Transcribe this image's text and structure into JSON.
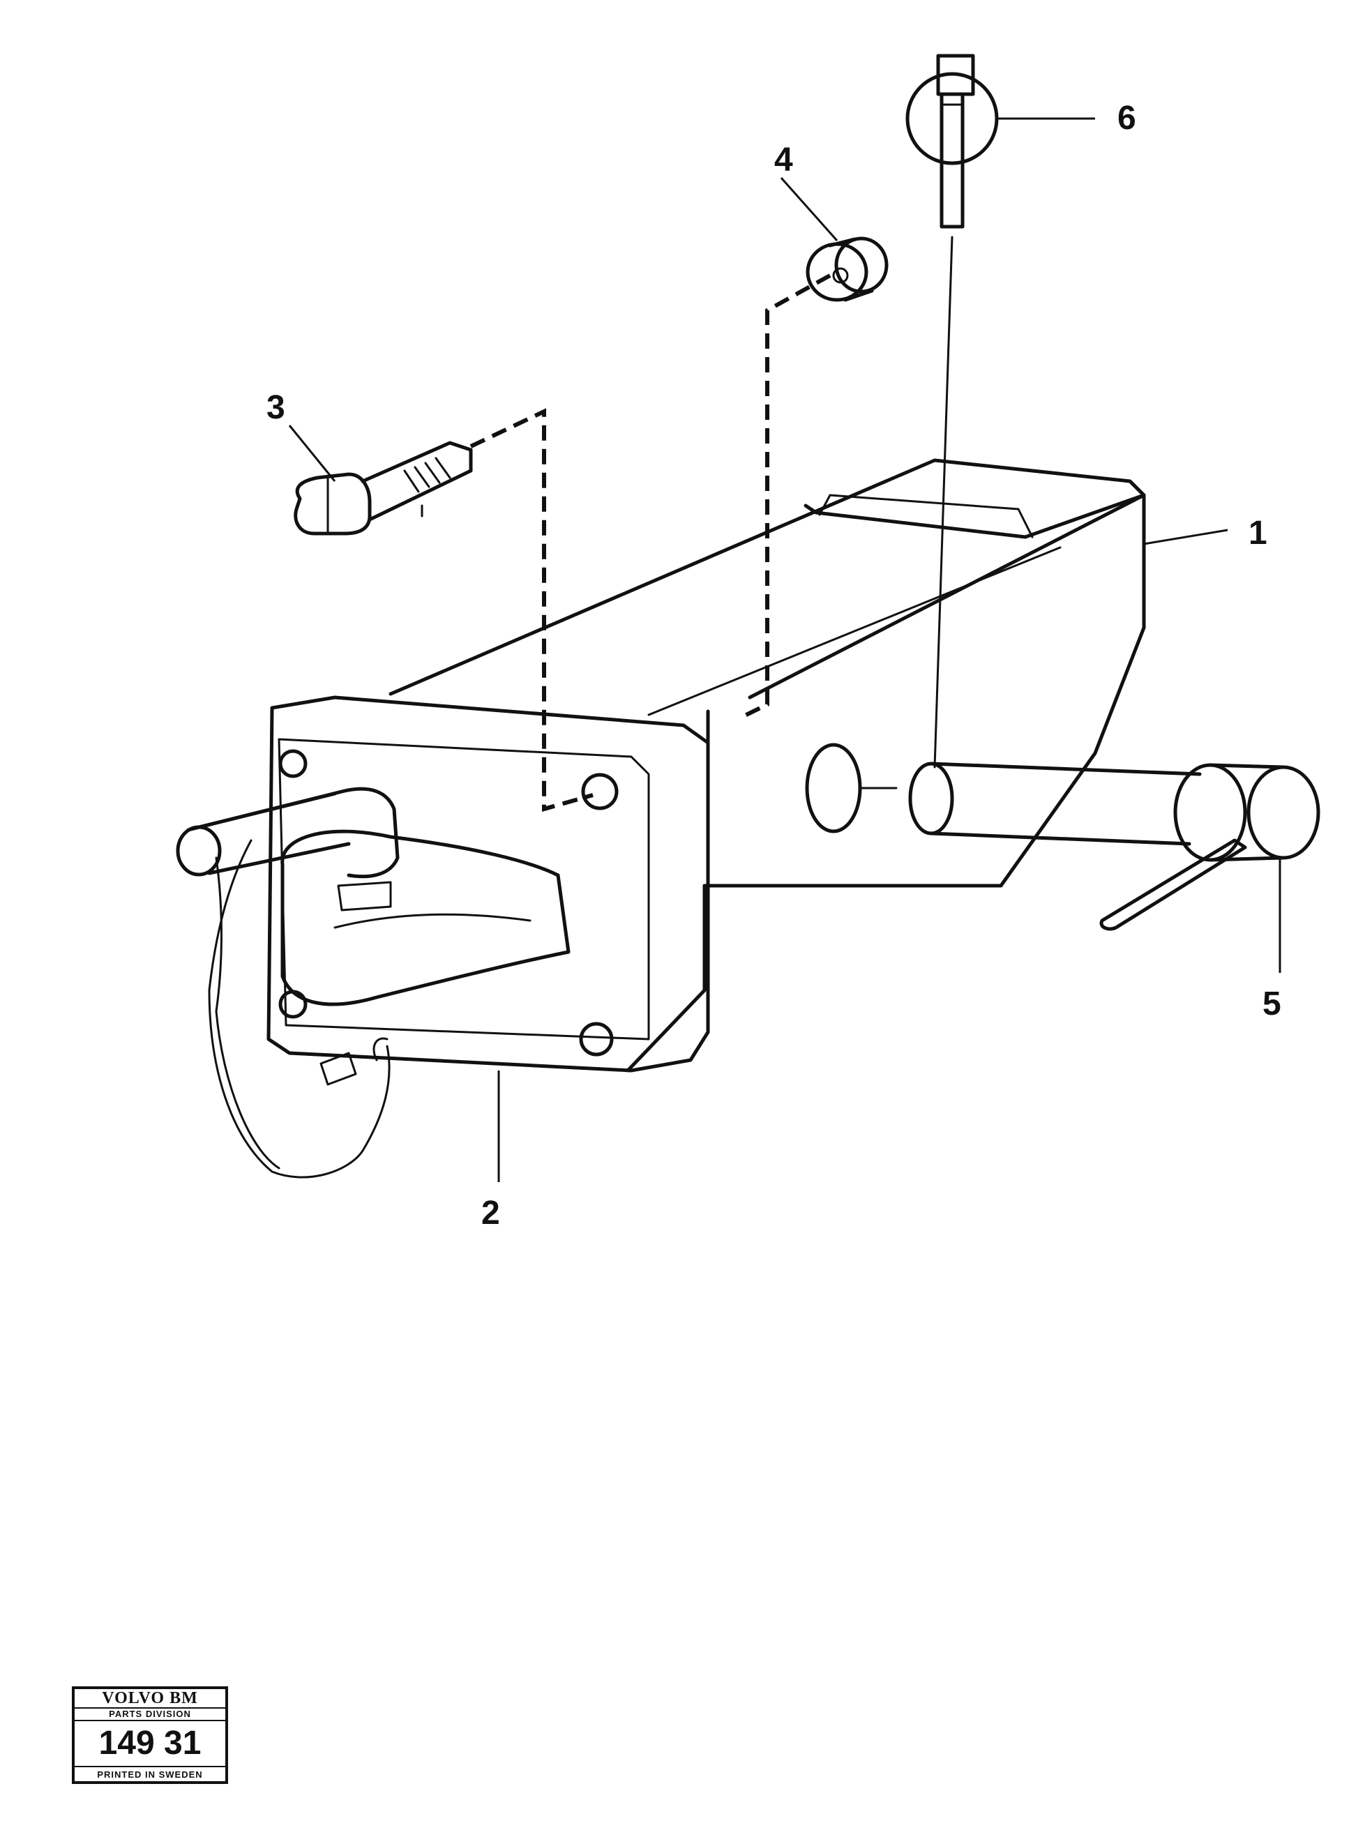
{
  "callouts": {
    "c1": "1",
    "c2": "2",
    "c3": "3",
    "c4": "4",
    "c5": "5",
    "c6": "6"
  },
  "plate": {
    "brand": "VOLVO BM",
    "division": "PARTS DIVISION",
    "number": "149 31",
    "printed": "PRINTED IN SWEDEN"
  }
}
